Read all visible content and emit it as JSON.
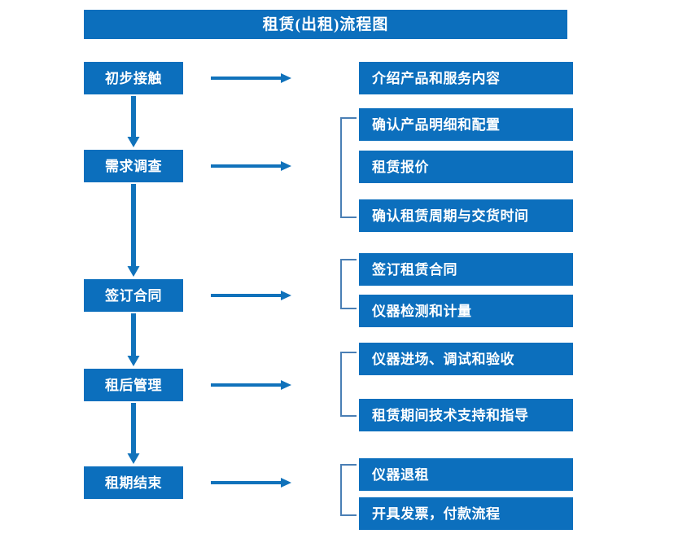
{
  "diagram": {
    "title": "租赁(出租)流程图",
    "colors": {
      "primary_blue": "#0c6fbd",
      "bracket_blue": "#4a7fb5",
      "arrow_blue": "#1072bb",
      "text_white": "#ffffff",
      "background": "#ffffff"
    },
    "stages": [
      {
        "id": "stage-1",
        "label": "初步接触"
      },
      {
        "id": "stage-2",
        "label": "需求调查"
      },
      {
        "id": "stage-3",
        "label": "签订合同"
      },
      {
        "id": "stage-4",
        "label": "租后管理"
      },
      {
        "id": "stage-5",
        "label": "租期结束"
      }
    ],
    "details": [
      {
        "id": "detail-1",
        "label": "介绍产品和服务内容",
        "group": 1
      },
      {
        "id": "detail-2",
        "label": "确认产品明细和配置",
        "group": 2
      },
      {
        "id": "detail-3",
        "label": "租赁报价",
        "group": 2
      },
      {
        "id": "detail-4",
        "label": "确认租赁周期与交货时间",
        "group": 2
      },
      {
        "id": "detail-5",
        "label": "签订租赁合同",
        "group": 3
      },
      {
        "id": "detail-6",
        "label": "仪器检测和计量",
        "group": 3
      },
      {
        "id": "detail-7",
        "label": "仪器进场、调试和验收",
        "group": 4
      },
      {
        "id": "detail-8",
        "label": "租赁期间技术支持和指导",
        "group": 4
      },
      {
        "id": "detail-9",
        "label": "仪器退租",
        "group": 5
      },
      {
        "id": "detail-10",
        "label": "开具发票，付款流程",
        "group": 5
      }
    ],
    "connectors": {
      "horizontal_arrow_icon": "arrow-right-icon",
      "vertical_arrow_icon": "arrow-down-icon",
      "bracket_icon": "group-bracket-icon"
    },
    "flow_sequence": [
      "初步接触",
      "需求调查",
      "签订合同",
      "租后管理",
      "租期结束"
    ]
  }
}
